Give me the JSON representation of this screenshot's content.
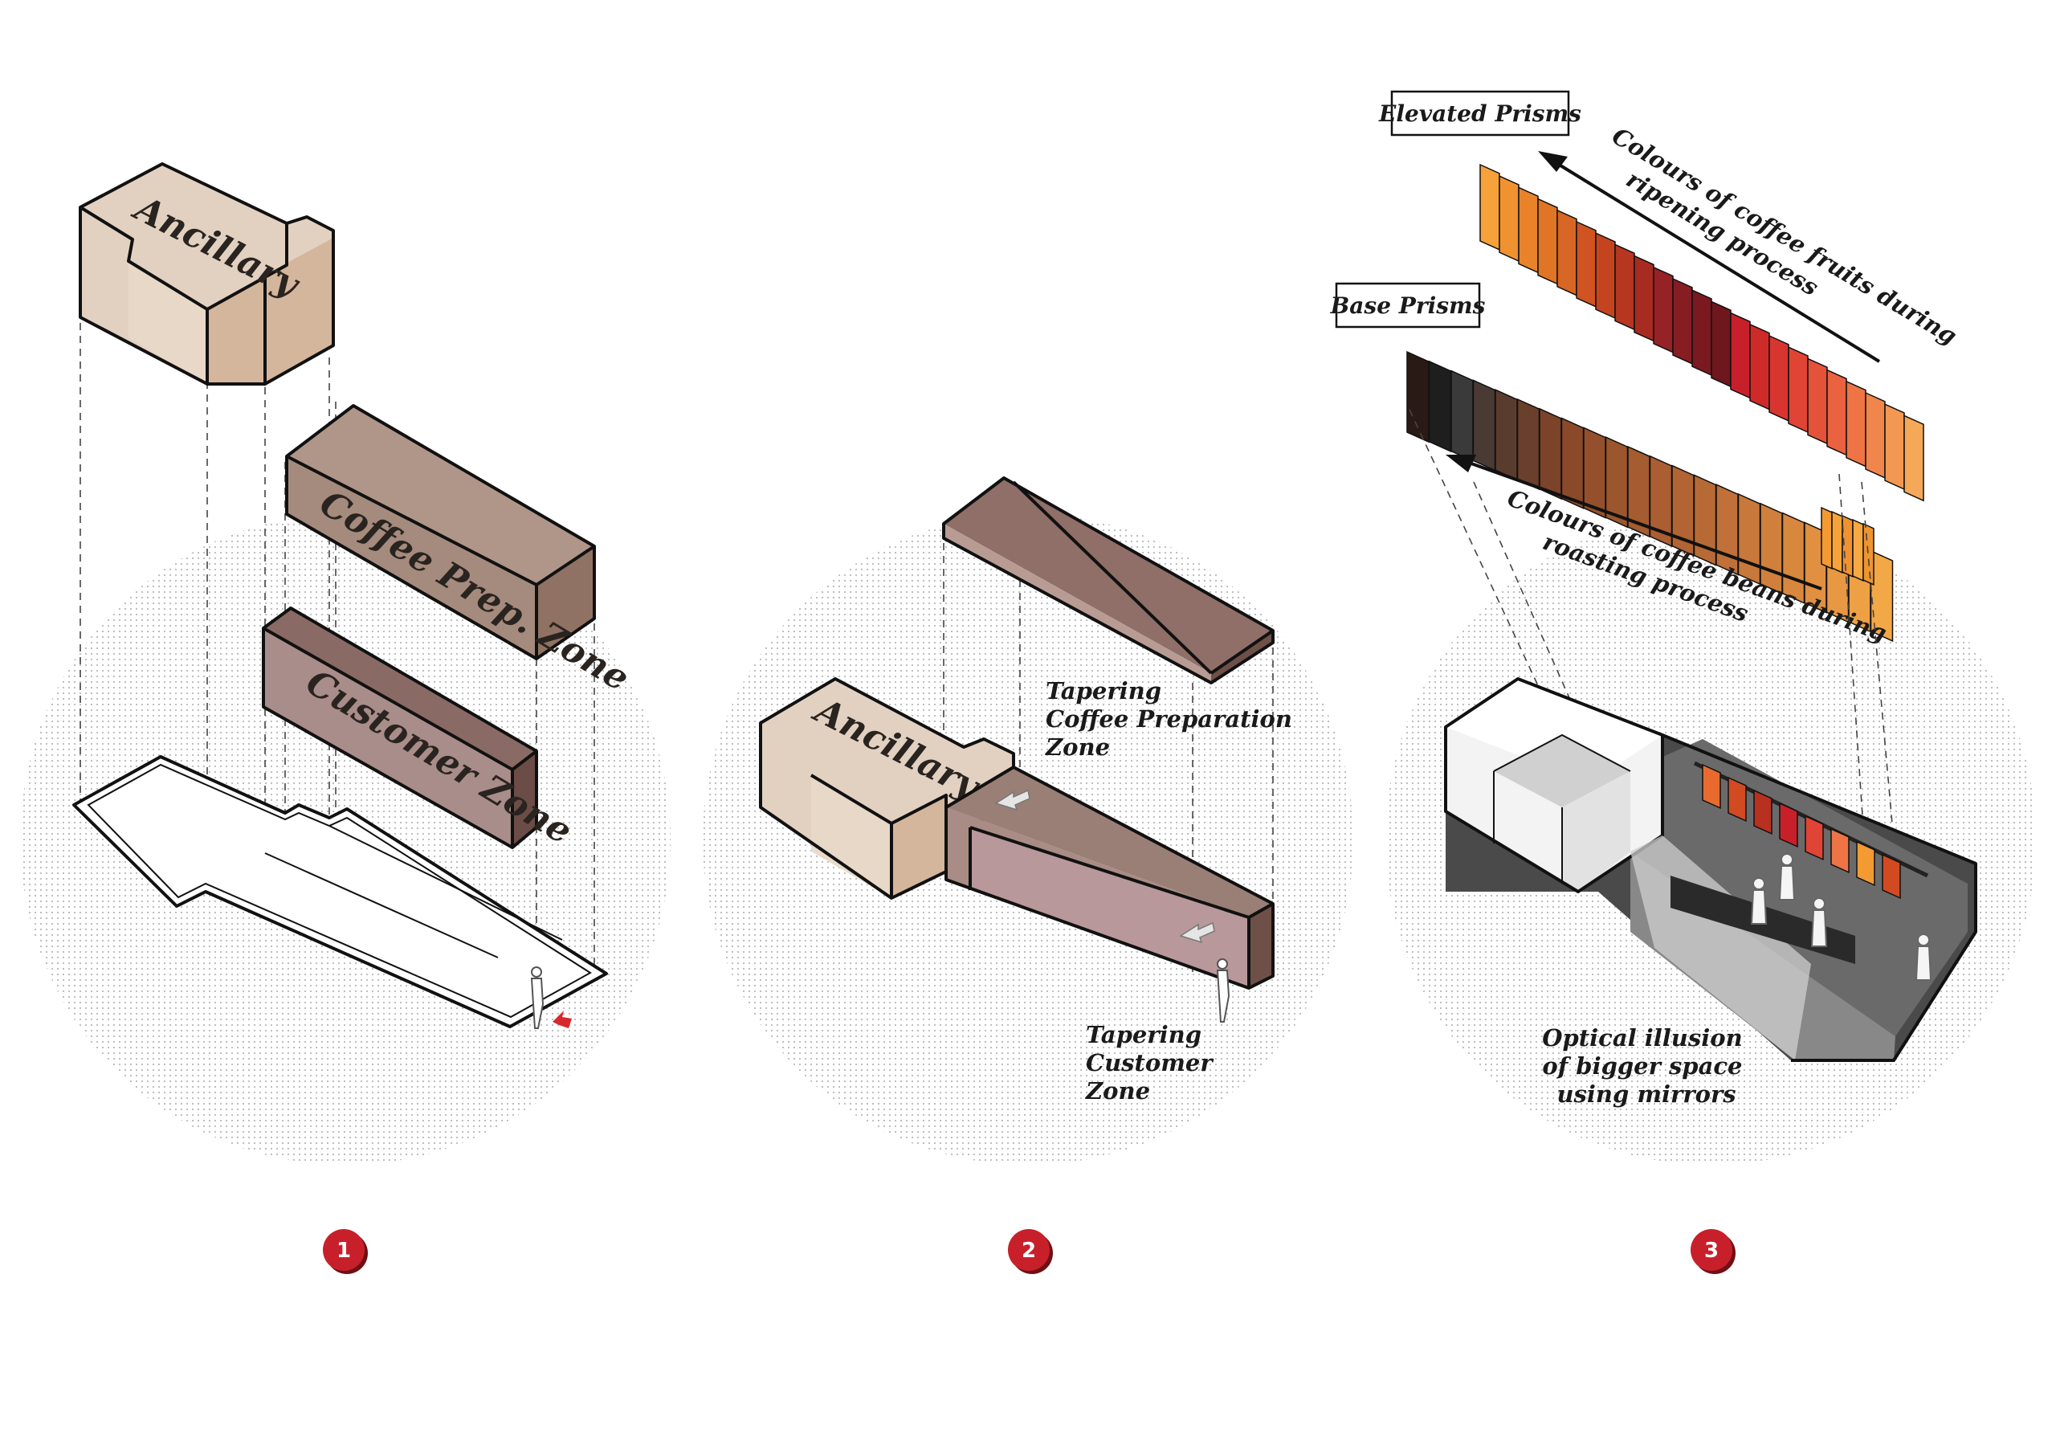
{
  "panels": [
    {
      "id": 1,
      "badge": "1",
      "volumes": {
        "ancillary": "Ancillary",
        "coffee_prep": "Coffee Prep. Zone",
        "customer": "Customer Zone"
      }
    },
    {
      "id": 2,
      "badge": "2",
      "volumes": {
        "ancillary": "Ancillary"
      },
      "notes": {
        "coffee_prep": [
          "Tapering",
          "Coffee Preparation",
          "Zone"
        ],
        "customer": [
          "Tapering",
          "Customer",
          "Zone"
        ]
      }
    },
    {
      "id": 3,
      "badge": "3",
      "boxes": {
        "elevated": "Elevated Prisms",
        "base": "Base Prisms"
      },
      "notes": {
        "fruits": [
          "Colours of coffee fruits during",
          "ripening process"
        ],
        "beans": [
          "Colours of coffee beans during",
          "roasting process"
        ],
        "mirrors": [
          "Optical illusion",
          "of bigger space",
          "using mirrors"
        ]
      }
    }
  ],
  "colors": {
    "badge": "#c8202b",
    "ancillary_front": "#e2d1c1",
    "ancillary_side": "#d4b69c",
    "prep_top": "#b09688",
    "prep_front": "#a58b7d",
    "prep_side": "#8f7263",
    "customer_top": "#8a6a64",
    "customer_front": "#a98d8a",
    "customer_side": "#6b4c47",
    "dot": "#b8b8b8"
  },
  "fruit_colors": [
    "#f7a13a",
    "#f09230",
    "#e8832a",
    "#e07526",
    "#d86624",
    "#cf5421",
    "#c4441f",
    "#b63620",
    "#a82b22",
    "#962226",
    "#861d23",
    "#7a1a20",
    "#6e171c",
    "#c8202b",
    "#cf2a2a",
    "#d83530",
    "#e04435",
    "#e5523a",
    "#ea6240",
    "#ee7446",
    "#f1864c",
    "#f39852",
    "#f5a958"
  ],
  "bean_colors": [
    "#2a1a16",
    "#1e1e1e",
    "#3a3a3a",
    "#4a3a34",
    "#5a3c2e",
    "#6a3f2c",
    "#7a432a",
    "#8a4a2a",
    "#94502c",
    "#9c562e",
    "#a45c30",
    "#ab5e32",
    "#b26434",
    "#b86a36",
    "#c07038",
    "#c8783a",
    "#d0803c",
    "#d8883e",
    "#e09040",
    "#e89842",
    "#eea044",
    "#f2a846"
  ]
}
